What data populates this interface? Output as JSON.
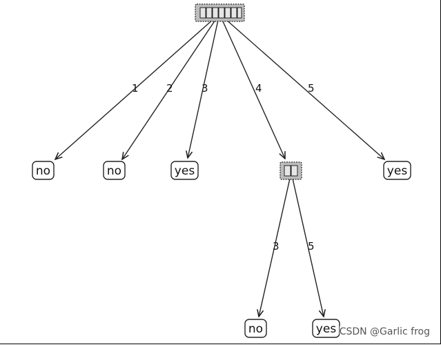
{
  "diagram": {
    "root": {
      "label_glyph_count": 7,
      "children_edge_labels": [
        "1",
        "2",
        "3",
        "4",
        "5"
      ]
    },
    "leaves_level1": [
      {
        "edge": "1",
        "label": "no"
      },
      {
        "edge": "2",
        "label": "no"
      },
      {
        "edge": "3",
        "label": "yes"
      },
      {
        "edge": "5",
        "label": "yes"
      }
    ],
    "inner_node": {
      "edge": "4",
      "label_glyph_count": 2
    },
    "leaves_level2": [
      {
        "edge": "3",
        "label": "no"
      },
      {
        "edge": "5",
        "label": "yes"
      }
    ],
    "colors": {
      "decision_fill": "#bdbdbd",
      "line": "#222222",
      "leaf_fill": "#ffffff"
    }
  },
  "watermark": "CSDN @Garlic frog"
}
